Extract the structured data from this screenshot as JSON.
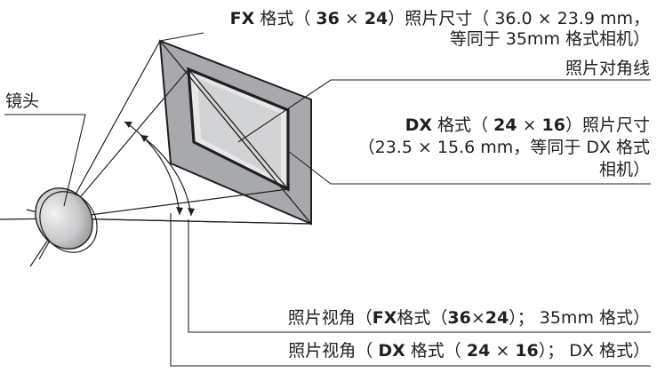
{
  "fx_label": {
    "line1_bold1": "FX",
    "line1_mid": " 格式（ ",
    "line1_bold2": "36",
    "line1_times": " × ",
    "line1_bold3": "24",
    "line1_rest": "）照片尺寸（ 36.0 × 23.9 mm，",
    "line2": "等同于 35mm 格式相机）"
  },
  "lens_label": "镜头",
  "diagonal_label": "照片对角线",
  "dx_label": {
    "line1_bold1": "DX",
    "line1_mid": " 格式（ ",
    "line1_bold2": "24",
    "line1_times": " × ",
    "line1_bold3": "16",
    "line1_rest": "）照片尺寸",
    "line2": "（23.5 × 15.6 mm，等同于 DX 格式",
    "line3": "相机）"
  },
  "fx_angle_label": {
    "pre": "照片视角（",
    "bold1": "FX",
    "mid1": "格式（",
    "bold2": "36",
    "times": "×",
    "bold3": "24",
    "post": "）；  35mm 格式）"
  },
  "dx_angle_label": {
    "pre": "照片视角（ ",
    "bold1": "DX",
    "mid1": " 格式（ ",
    "bold2": "24",
    "times": " × ",
    "bold3": "16",
    "post": "）；  DX 格式）"
  },
  "colors": {
    "line": "#231f20",
    "fx_frame": "#a7a9ac",
    "dx_frame": "#d1d3d4",
    "lens_dark": "#8a8c8e",
    "lens_light": "#e6e7e8"
  }
}
